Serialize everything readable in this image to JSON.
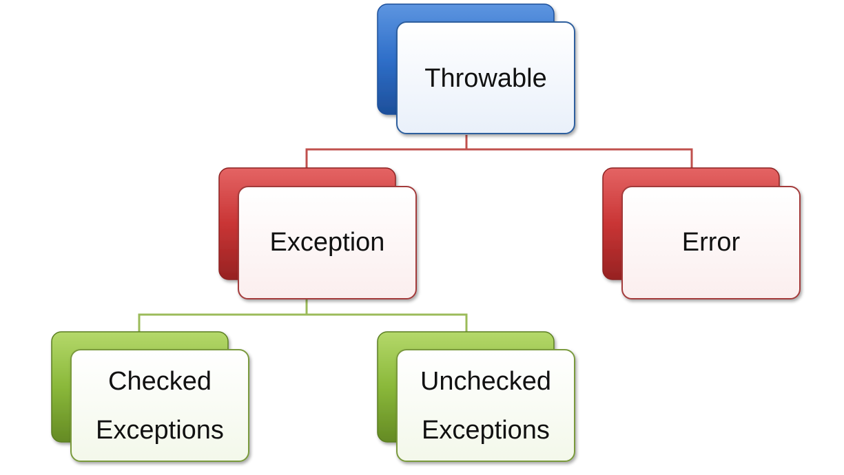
{
  "colors": {
    "root": "#2f6fc9",
    "level1": "#c93535",
    "level2": "#8ab83a",
    "root_connector": "#c0504d",
    "level2_connector": "#9bbb59",
    "node_fill_root": "#eef3fa",
    "node_fill_level1": "#fbf0f0",
    "node_fill_level2": "#f6f9f1"
  },
  "nodes": {
    "throwable": {
      "label": "Throwable"
    },
    "exception": {
      "label": "Exception"
    },
    "error": {
      "label": "Error"
    },
    "checked": {
      "line1": "Checked",
      "line2": "Exceptions"
    },
    "unchecked": {
      "line1": "Unchecked",
      "line2": "Exceptions"
    }
  }
}
